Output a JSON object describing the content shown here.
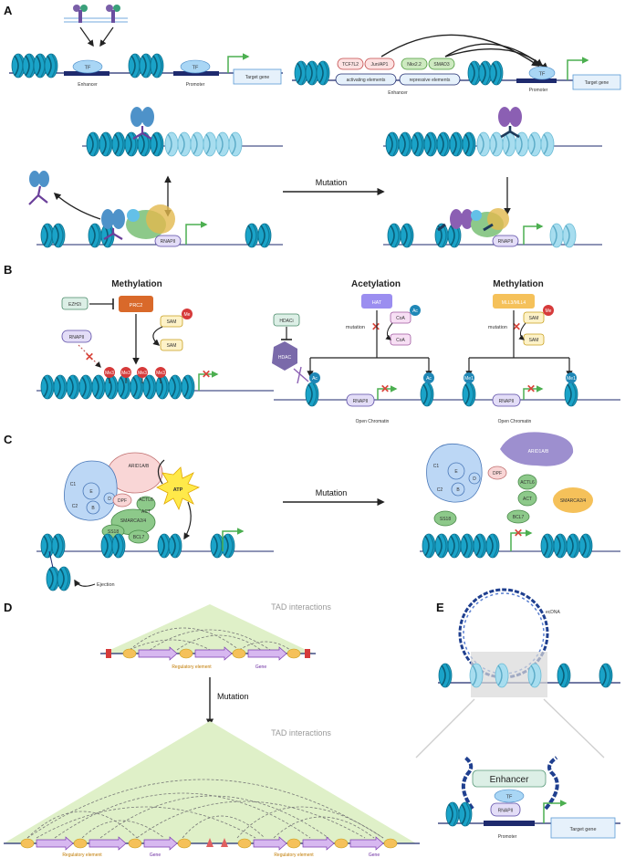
{
  "panels": {
    "a": "A",
    "b": "B",
    "c": "C",
    "d": "D",
    "e": "E"
  },
  "common": {
    "mutation": "Mutation",
    "tf": "TF",
    "rnapii": "RNAPII",
    "target_gene": "Target gene",
    "promoter": "Promoter",
    "enhancer": "Enhancer"
  },
  "panel_a": {
    "tcf7l2": "TCF7L2",
    "jun_ap1": "Jun/AP1",
    "nkx22": "Nkx2.2",
    "smad3": "SMAD3",
    "activating": "activating elements",
    "repressive": "repressive elements"
  },
  "panel_b": {
    "methylation": "Methylation",
    "acetylation": "Acetylation",
    "ezh2i": "EZH2i",
    "prc2": "PRC2",
    "sam": "SAM",
    "me": "Me",
    "me3": "Me3",
    "me1": "Me1",
    "hdaci": "HDACi",
    "hdac": "HDAC",
    "hat": "HAT",
    "coa": "CoA",
    "ac": "Ac",
    "mll": "MLL3/MLL4",
    "mutation": "mutation",
    "open_chromatin": "Open Chromatin"
  },
  "panel_c": {
    "arid1ab": "ARID1A/B",
    "c1": "C1",
    "e": "E",
    "c2": "C2",
    "b": "B",
    "d": "D",
    "dpf": "DPF",
    "actl6": "ACTL6",
    "act": "ACT",
    "smarca": "SMARCA2/4",
    "ss18": "SS18",
    "bcl7": "BCL7",
    "atp": "ATP",
    "ejection": "Ejection"
  },
  "panel_d": {
    "tad": "TAD interactions",
    "regulatory": "Regulatory element",
    "gene": "Gene"
  },
  "panel_e": {
    "ecdna": "ecDNA",
    "enhancer_box": "Enhancer"
  },
  "colors": {
    "nucleosome": "#1aa3c8",
    "dna": "#1e2a6e",
    "tf_fill": "#a9d6f5",
    "prc2": "#d9692a",
    "hat": "#9b8ef0",
    "mll": "#f5c15a",
    "me_red": "#d63a3a",
    "ac_blue": "#1f87b6",
    "tad_green": "#dff0c8",
    "mutation_x": "#d8443a",
    "arrow_green": "#4caf50"
  }
}
